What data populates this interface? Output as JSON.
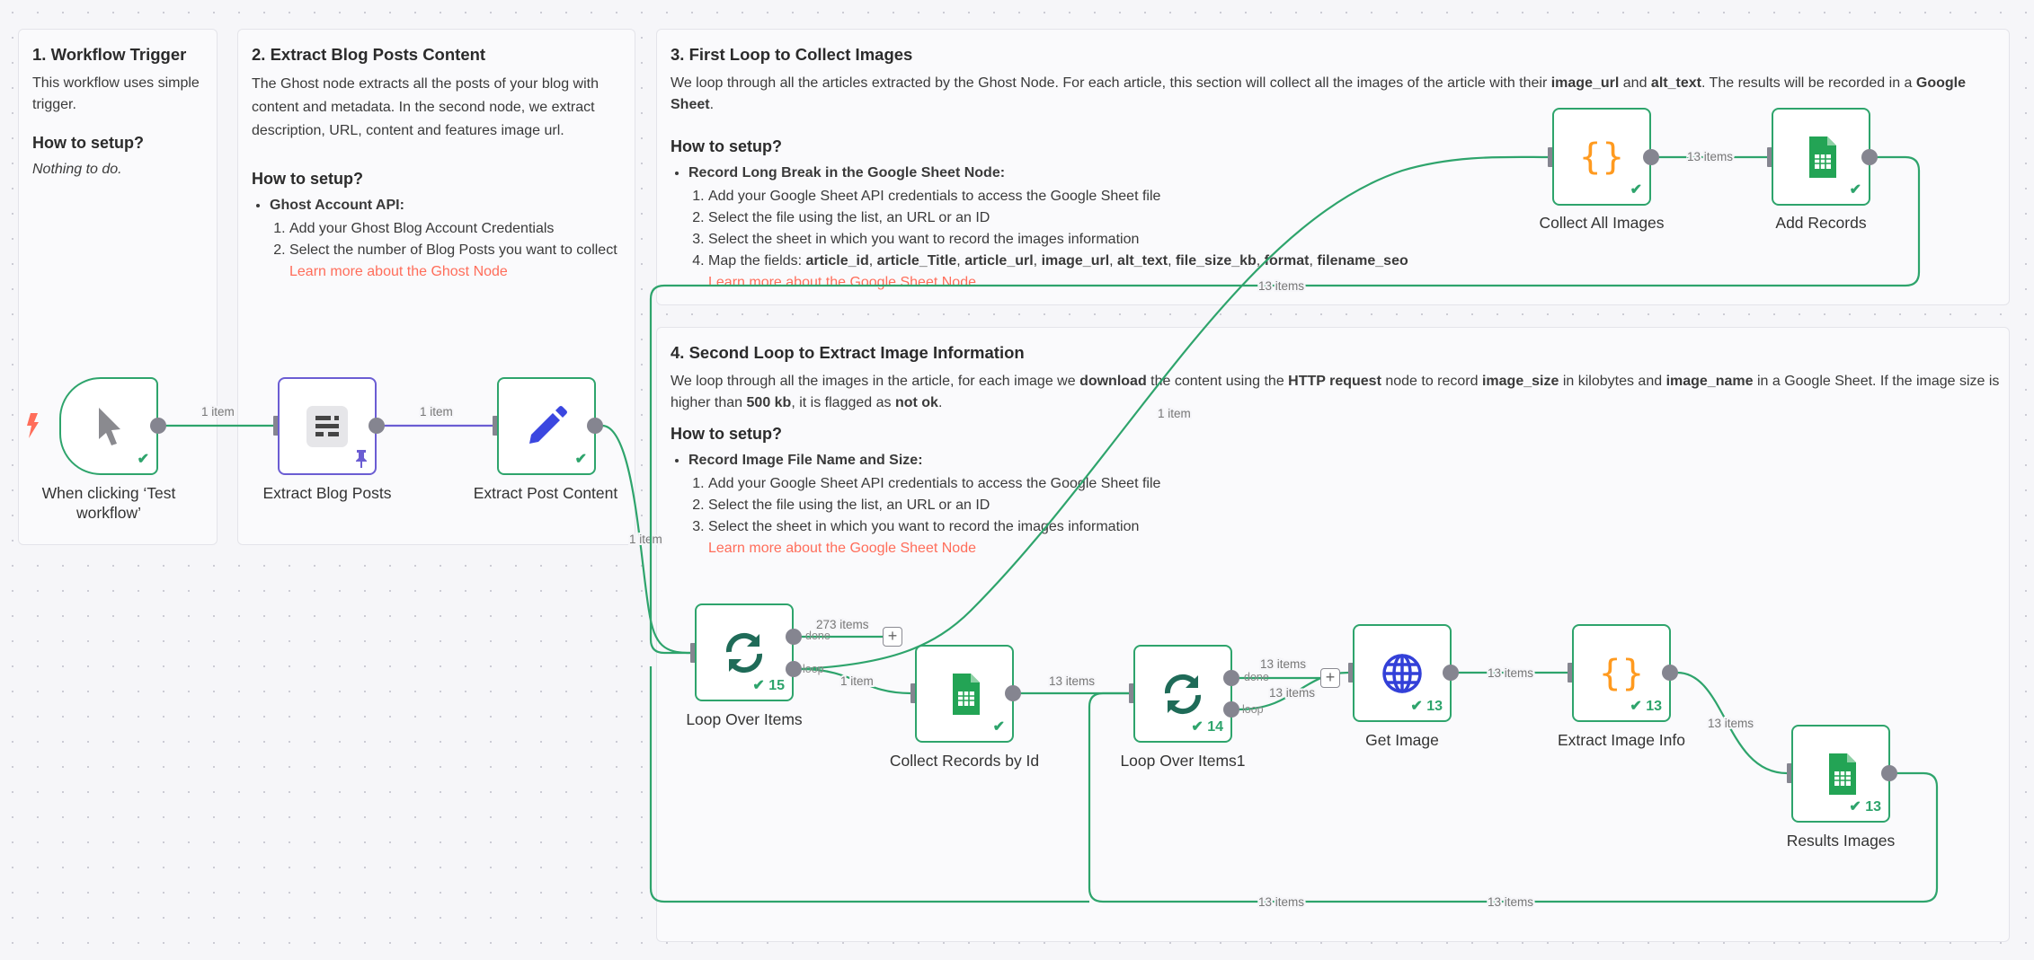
{
  "notes": {
    "s1": {
      "title": "1. Workflow Trigger",
      "text": "This workflow uses simple trigger.",
      "howto": "How to setup?",
      "nothing": "Nothing to do."
    },
    "s2": {
      "title": "2. Extract Blog Posts Content",
      "text": "The Ghost node extracts all the posts of your blog with content and metadata. In the second node, we extract description, URL, content and features image url.",
      "howto": "How to setup?",
      "bullet": "Ghost Account API:",
      "steps": [
        "Add your Ghost Blog Account Credentials",
        "Select the number of Blog Posts you want to collect"
      ],
      "link": "Learn more about the Ghost Node"
    },
    "s3": {
      "title": "3. First Loop to Collect Images",
      "text": [
        {
          "t": "We loop through all the articles extracted by the Ghost Node. For each article, this section will collect all the images of the article with their "
        },
        {
          "t": "image_url",
          "b": true
        },
        {
          "t": " and "
        },
        {
          "t": "alt_text",
          "b": true
        },
        {
          "t": ". The results will be recorded in a "
        },
        {
          "t": "Google Sheet",
          "b": true
        },
        {
          "t": "."
        }
      ],
      "howto": "How to setup?",
      "bullet": "Record Long Break in the Google Sheet Node:",
      "steps": [
        "Add your Google Sheet API credentials to access the Google Sheet file",
        "Select the file using the list, an URL or an ID",
        "Select the sheet in which you want to record the images information"
      ],
      "step4": [
        {
          "t": "Map the fields: "
        },
        {
          "t": "article_id",
          "b": true
        },
        {
          "t": ", "
        },
        {
          "t": "article_Title",
          "b": true
        },
        {
          "t": ", "
        },
        {
          "t": "article_url",
          "b": true
        },
        {
          "t": ", "
        },
        {
          "t": "image_url",
          "b": true
        },
        {
          "t": ", "
        },
        {
          "t": "alt_text",
          "b": true
        },
        {
          "t": ", "
        },
        {
          "t": "file_size_kb",
          "b": true
        },
        {
          "t": ", "
        },
        {
          "t": "format",
          "b": true
        },
        {
          "t": ", "
        },
        {
          "t": "filename_seo",
          "b": true
        }
      ],
      "link": "Learn more about the Google Sheet Node"
    },
    "s4": {
      "title": "4. Second Loop to Extract Image Information",
      "text": [
        {
          "t": "We loop through all the images in the article, for each image we "
        },
        {
          "t": "download",
          "b": true
        },
        {
          "t": " the content using the "
        },
        {
          "t": "HTTP request",
          "b": true
        },
        {
          "t": " node to record "
        },
        {
          "t": "image_size",
          "b": true
        },
        {
          "t": " in kilobytes and "
        },
        {
          "t": "image_name",
          "b": true
        },
        {
          "t": " in a Google Sheet. If the image size is higher than "
        },
        {
          "t": "500 kb",
          "b": true
        },
        {
          "t": ", it is flagged as "
        },
        {
          "t": "not ok",
          "b": true
        },
        {
          "t": "."
        }
      ],
      "howto": "How to setup?",
      "bullet": "Record Image File Name and Size:",
      "steps": [
        "Add your Google Sheet API credentials to access the Google Sheet file",
        "Select the file using the list, an URL or an ID",
        "Select the sheet in which you want to record the images information"
      ],
      "link": "Learn more about the Google Sheet Node"
    }
  },
  "nodes": {
    "trigger": {
      "label": "When clicking ‘Test workflow’",
      "status": "✔"
    },
    "blog": {
      "label": "Extract Blog Posts"
    },
    "post": {
      "label": "Extract Post Content",
      "status": "✔"
    },
    "collect": {
      "label": "Collect All Images",
      "status": "✔"
    },
    "add": {
      "label": "Add Records",
      "status": "✔"
    },
    "loop": {
      "label": "Loop Over Items",
      "status": "✔ 15"
    },
    "byid": {
      "label": "Collect Records by Id",
      "status": "✔"
    },
    "loop1": {
      "label": "Loop Over Items1",
      "status": "✔ 14"
    },
    "get": {
      "label": "Get Image",
      "status": "✔ 13"
    },
    "info": {
      "label": "Extract Image Info",
      "status": "✔ 13"
    },
    "results": {
      "label": "Results Images",
      "status": "✔ 13"
    }
  },
  "ports": {
    "done": "done",
    "loop": "loop",
    "plus": "+"
  },
  "edges": {
    "e1": "1 item",
    "e2": "1 item",
    "e3": "1 item",
    "e4": "273 items",
    "e5": "1 item",
    "e6": "1 item",
    "e7": "13 items",
    "e8": "13 items",
    "e9": "13 items",
    "e10": "13 items",
    "e11": "13 items",
    "e12": "13 items",
    "e13": "13 items",
    "e14": "13 items",
    "e15": "13 items"
  },
  "colors": {
    "success": "#2ea46c",
    "pinned": "#6b5dd3",
    "link": "#ff6d5a"
  }
}
